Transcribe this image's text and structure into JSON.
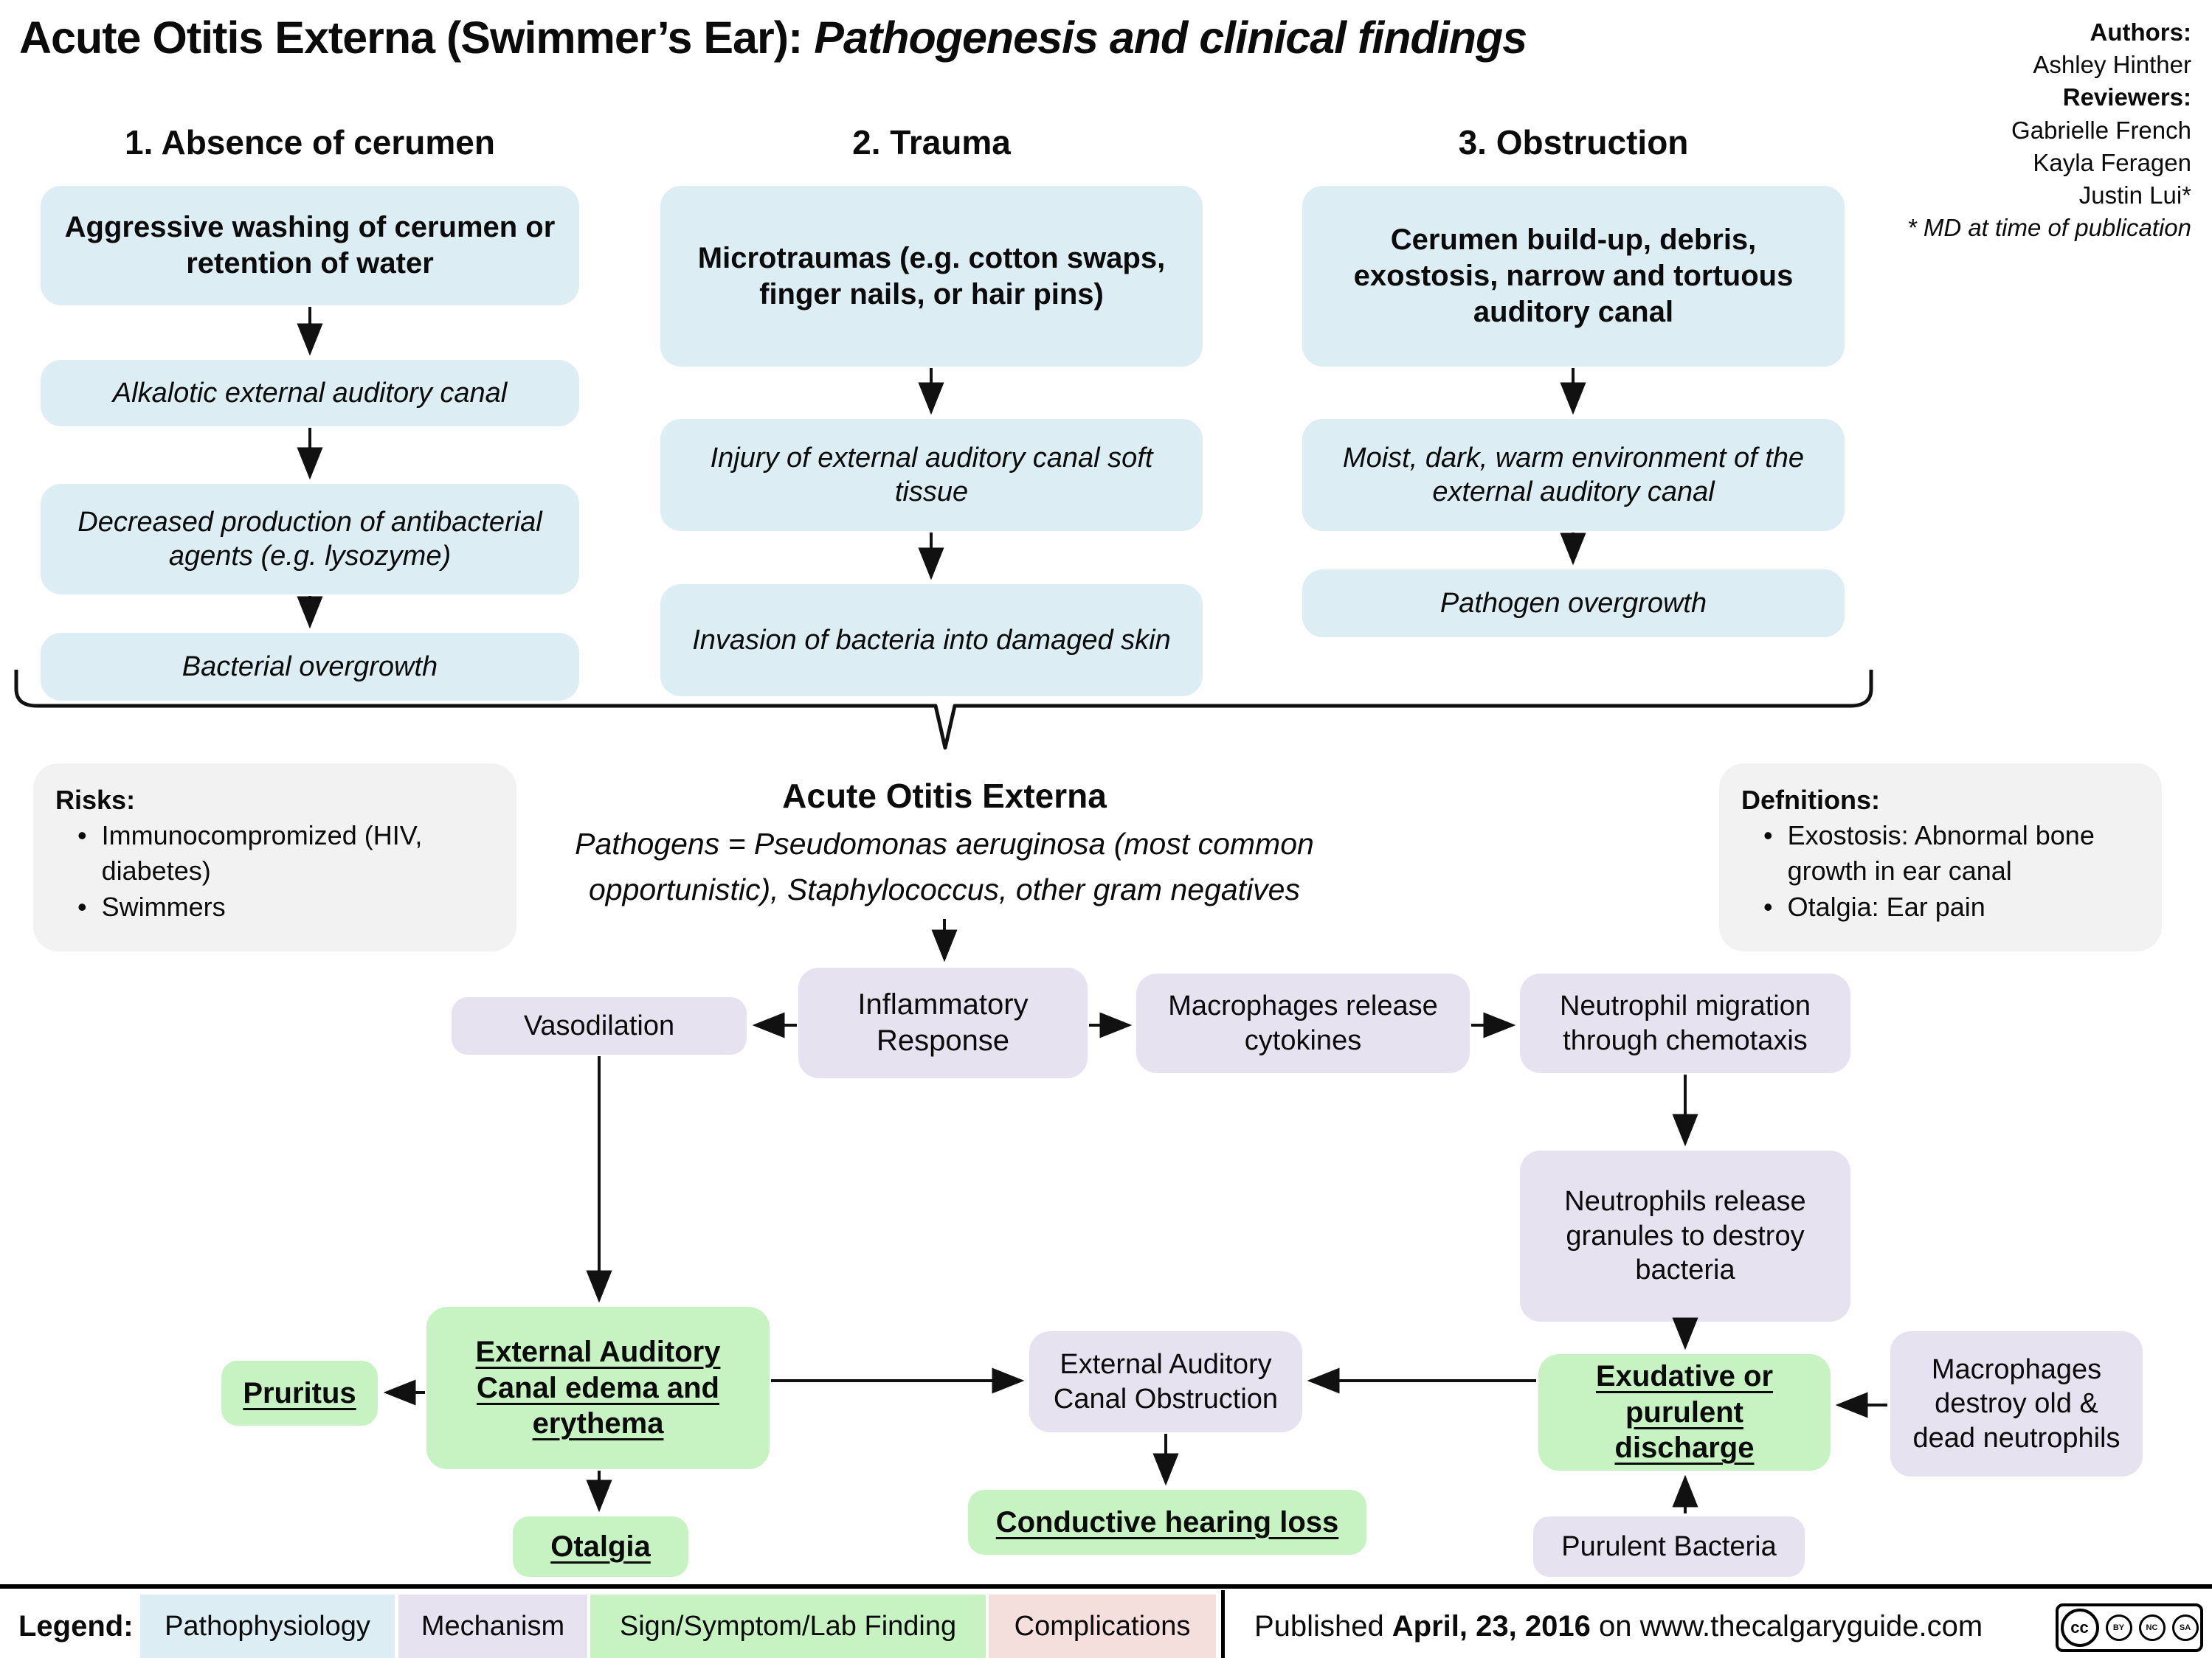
{
  "title": {
    "prefix": "Acute Otitis Externa (Swimmer’s Ear): ",
    "emphasis": "Pathogenesis and clinical findings"
  },
  "credits": {
    "authors_label": "Authors:",
    "author_1": "Ashley Hinther",
    "reviewers_label": "Reviewers:",
    "reviewer_1": "Gabrielle French",
    "reviewer_2": "Kayla Feragen",
    "reviewer_3": "Justin Lui*",
    "footnote": "* MD at time of publication"
  },
  "columns": {
    "c1": {
      "heading": "1. Absence of cerumen",
      "box1": "Aggressive washing of cerumen or retention of water",
      "box2": "Alkalotic external auditory canal",
      "box3": "Decreased production of antibacterial agents (e.g. lysozyme)",
      "box4": "Bacterial overgrowth"
    },
    "c2": {
      "heading": "2. Trauma",
      "box1": "Microtraumas (e.g. cotton swaps, finger nails, or hair pins)",
      "box2": "Injury of external auditory canal soft tissue",
      "box3": "Invasion of bacteria into damaged skin"
    },
    "c3": {
      "heading": "3. Obstruction",
      "box1": "Cerumen build-up, debris, exostosis, narrow and tortuous auditory canal",
      "box2": "Moist, dark, warm environment of the external auditory canal",
      "box3": "Pathogen overgrowth"
    }
  },
  "risks": {
    "heading": "Risks:",
    "item1": "Immunocompromized (HIV, diabetes)",
    "item2": "Swimmers"
  },
  "definitions": {
    "heading": "Defnitions:",
    "item1": "Exostosis: Abnormal bone growth in ear canal",
    "item2": "Otalgia: Ear pain"
  },
  "center": {
    "heading": "Acute Otitis Externa",
    "pathogens": "Pathogens = Pseudomonas aeruginosa (most common opportunistic), Staphylococcus, other gram negatives"
  },
  "flow": {
    "vasodilation": "Vasodilation",
    "inflammatory_response": "Inflammatory Response",
    "macrophages_cytokines": "Macrophages release cytokines",
    "neutrophil_migration": "Neutrophil migration through chemotaxis",
    "neutrophils_granules": "Neutrophils release granules to destroy bacteria",
    "pruritus": "Pruritus",
    "eac_edema": "External Auditory Canal edema and erythema",
    "eac_obstruction": "External Auditory Canal Obstruction",
    "conductive_hearing_loss": "Conductive hearing loss",
    "exudative_discharge": "Exudative or purulent discharge",
    "macrophages_destroy": "Macrophages destroy old & dead neutrophils",
    "purulent_bacteria": "Purulent Bacteria",
    "otalgia": "Otalgia"
  },
  "legend": {
    "label": "Legend:",
    "items": [
      {
        "label": "Pathophysiology",
        "color": "#dcedf3"
      },
      {
        "label": "Mechanism",
        "color": "#e7e2ef"
      },
      {
        "label": "Sign/Symptom/Lab Finding",
        "color": "#c7f3c2"
      },
      {
        "label": "Complications",
        "color": "#f5dfdd"
      }
    ],
    "published_prefix": "Published ",
    "published_date": "April, 23, 2016",
    "published_suffix": " on www.thecalgaryguide.com"
  },
  "cc_badge": {
    "cc": "cc",
    "by": "BY",
    "nc": "NC",
    "sa": "SA"
  },
  "ui": {
    "bullet": "•"
  }
}
